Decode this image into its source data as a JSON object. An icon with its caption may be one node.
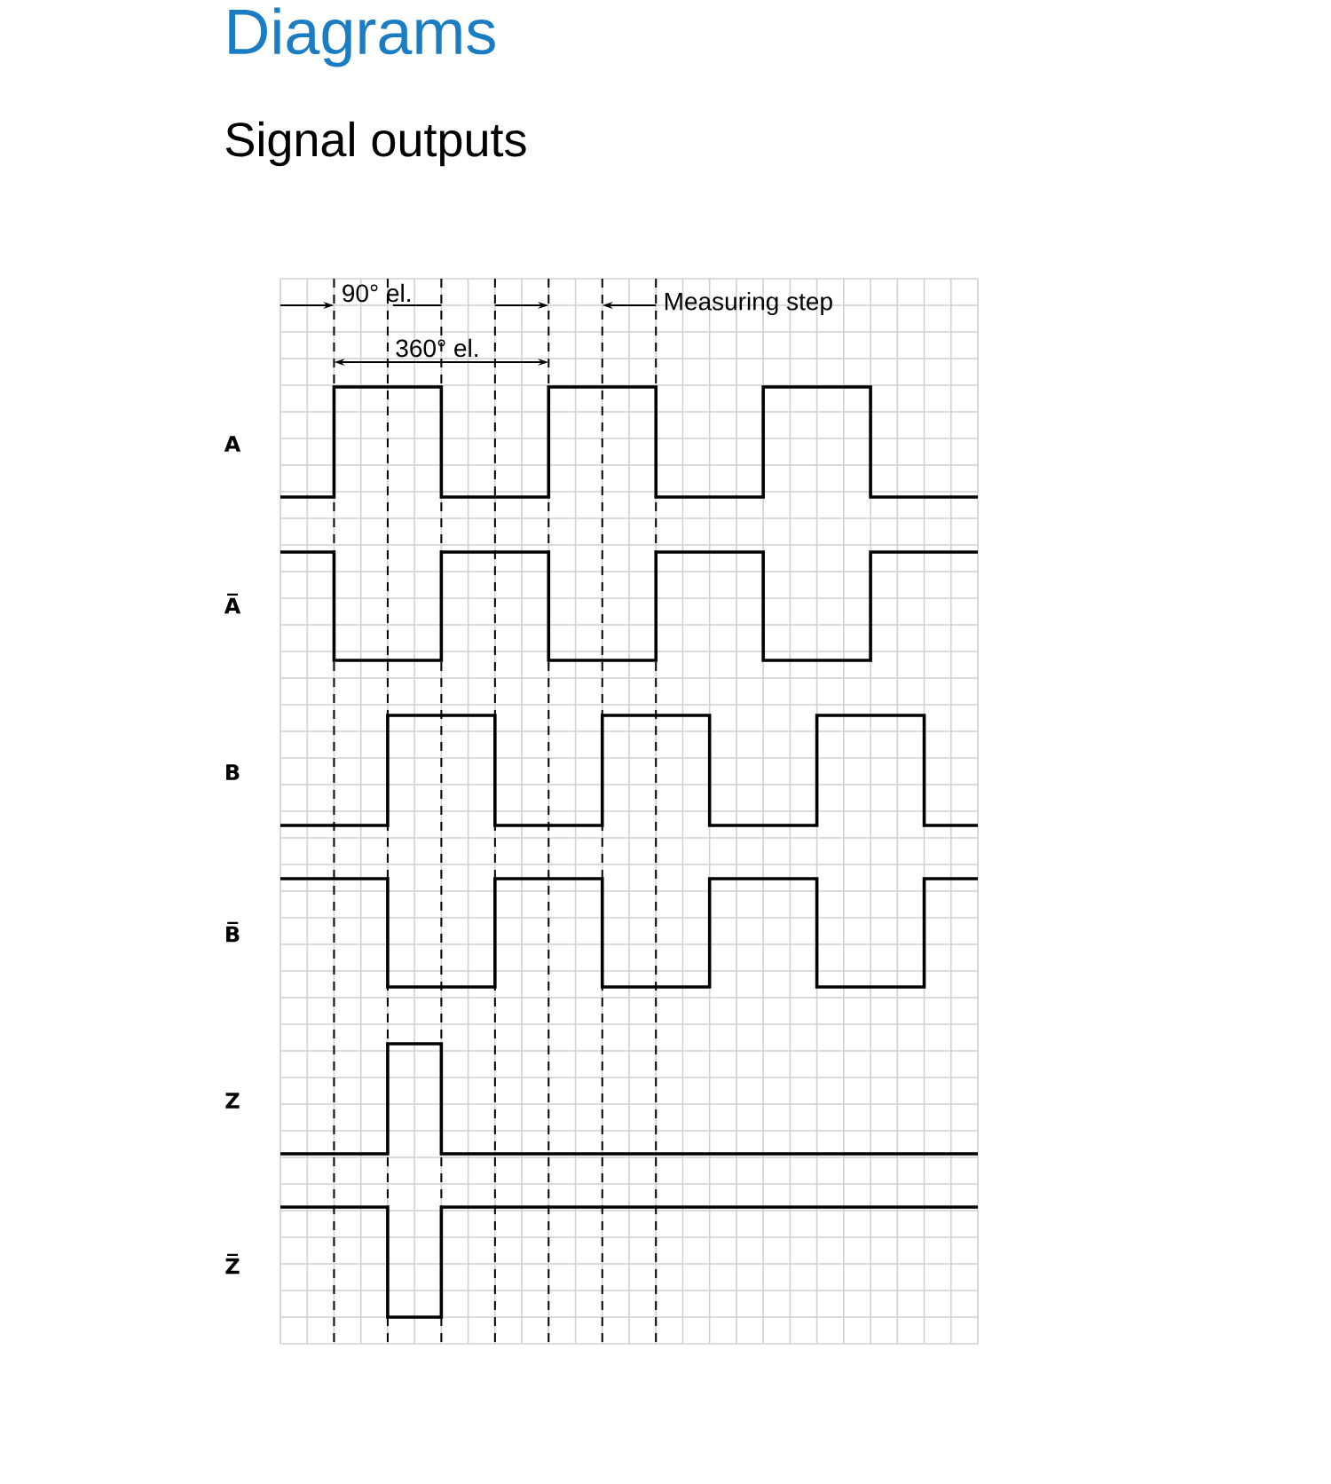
{
  "diagram": {
    "title": "Diagrams",
    "labels": [
      "Signal outputs",
      "90° el.",
      "Measuring step",
      "360° el.",
      "A",
      "A̅",
      "B",
      "B̅",
      "Z",
      "Z̅"
    ]
  }
}
